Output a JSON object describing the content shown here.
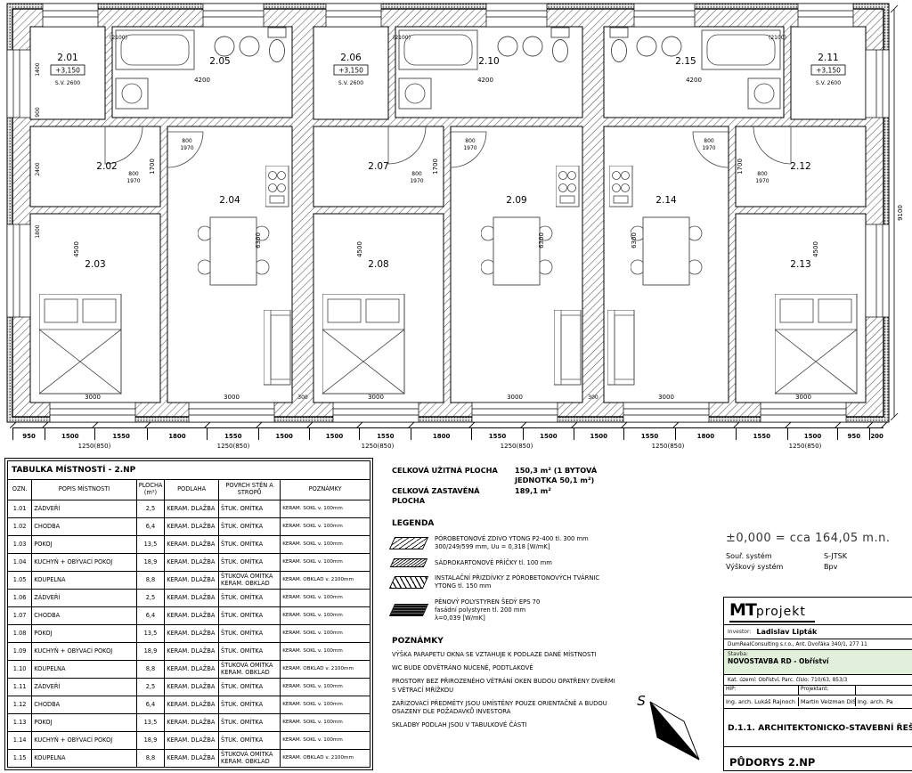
{
  "plan": {
    "rooms": [
      "2.01",
      "2.02",
      "2.03",
      "2.04",
      "2.05",
      "2.06",
      "2.07",
      "2.08",
      "2.09",
      "2.10",
      "2.11",
      "2.12",
      "2.13",
      "2.14",
      "2.15"
    ],
    "ann": {
      "level": "+3,150",
      "clear_height": "S.V. 2600",
      "d4200": "4200",
      "d1700": "1700",
      "d800": "800",
      "d1970": "1970",
      "d6300": "6300",
      "d4500": "4500",
      "d3000": "3000",
      "d300": "300",
      "d9100": "9100",
      "d2100p": "(2100)",
      "d1400": "1400",
      "d900": "900",
      "d2400": "2400",
      "d1800": "1800"
    },
    "dims_bottom": [
      {
        "t": "950",
        "g": 950
      },
      {
        "t": "1500",
        "g": 1500
      },
      {
        "t": "1550",
        "g": 1550
      },
      {
        "t": "1800",
        "g": 1800
      },
      {
        "t": "1550",
        "g": 1550
      },
      {
        "t": "1500",
        "g": 1500
      },
      {
        "t": "1500",
        "g": 1500
      },
      {
        "t": "1550",
        "g": 1550
      },
      {
        "t": "1800",
        "g": 1800
      },
      {
        "t": "1550",
        "g": 1550
      },
      {
        "t": "1500",
        "g": 1500
      },
      {
        "t": "1500",
        "g": 1500
      },
      {
        "t": "1550",
        "g": 1550
      },
      {
        "t": "1800",
        "g": 1800
      },
      {
        "t": "1550",
        "g": 1550
      },
      {
        "t": "1500",
        "g": 1500
      },
      {
        "t": "950",
        "g": 950
      },
      {
        "t": "200",
        "g": 200
      }
    ],
    "dim_sub": "1250(850)"
  },
  "table": {
    "title": "TABULKA MÍSTNOSTÍ - 2.NP",
    "headers": {
      "ozn": "OZN.",
      "popis": "POPIS MÍSTNOSTI",
      "plocha": "PLOCHA (m²)",
      "podlaha": "PODLAHA",
      "povrch": "POVRCH STĚN A STROPŮ",
      "pozn": "POZNÁMKY"
    },
    "rows": [
      {
        "ozn": "1.01",
        "popis": "ZÁDVEŘÍ",
        "plocha": "2,5",
        "podlaha": "KERAM. DLAŽBA",
        "povrch": "ŠTUK. OMÍTKA",
        "pozn": "KERAM. SOKL v. 100mm"
      },
      {
        "ozn": "1.02",
        "popis": "CHODBA",
        "plocha": "6,4",
        "podlaha": "KERAM. DLAŽBA",
        "povrch": "ŠTUK. OMÍTKA",
        "pozn": "KERAM. SOKL v. 100mm"
      },
      {
        "ozn": "1.03",
        "popis": "POKOJ",
        "plocha": "13,5",
        "podlaha": "KERAM. DLAŽBA",
        "povrch": "ŠTUK. OMÍTKA",
        "pozn": "KERAM. SOKL v. 100mm"
      },
      {
        "ozn": "1.04",
        "popis": "KUCHYŇ + OBÝVACÍ POKOJ",
        "plocha": "18,9",
        "podlaha": "KERAM. DLAŽBA",
        "povrch": "ŠTUK. OMÍTKA",
        "pozn": "KERAM. SOKL v. 100mm"
      },
      {
        "ozn": "1.05",
        "popis": "KOUPELNA",
        "plocha": "8,8",
        "podlaha": "KERAM. DLAŽBA",
        "povrch": "ŠTUKOVÁ OMÍTKA KERAM. OBKLAD",
        "pozn": "KERAM. OBKLAD v. 2100mm"
      },
      {
        "ozn": "1.06",
        "popis": "ZÁDVEŘÍ",
        "plocha": "2,5",
        "podlaha": "KERAM. DLAŽBA",
        "povrch": "ŠTUK. OMÍTKA",
        "pozn": "KERAM. SOKL v. 100mm"
      },
      {
        "ozn": "1.07",
        "popis": "CHODBA",
        "plocha": "6,4",
        "podlaha": "KERAM. DLAŽBA",
        "povrch": "ŠTUK. OMÍTKA",
        "pozn": "KERAM. SOKL v. 100mm"
      },
      {
        "ozn": "1.08",
        "popis": "POKOJ",
        "plocha": "13,5",
        "podlaha": "KERAM. DLAŽBA",
        "povrch": "ŠTUK. OMÍTKA",
        "pozn": "KERAM. SOKL v. 100mm"
      },
      {
        "ozn": "1.09",
        "popis": "KUCHYŇ + OBÝVACÍ POKOJ",
        "plocha": "18,9",
        "podlaha": "KERAM. DLAŽBA",
        "povrch": "ŠTUK. OMÍTKA",
        "pozn": "KERAM. SOKL v. 100mm"
      },
      {
        "ozn": "1.10",
        "popis": "KOUPELNA",
        "plocha": "8,8",
        "podlaha": "KERAM. DLAŽBA",
        "povrch": "ŠTUKOVÁ OMÍTKA KERAM. OBKLAD",
        "pozn": "KERAM. OBKLAD v. 2100mm"
      },
      {
        "ozn": "1.11",
        "popis": "ZÁDVEŘÍ",
        "plocha": "2,5",
        "podlaha": "KERAM. DLAŽBA",
        "povrch": "ŠTUK. OMÍTKA",
        "pozn": "KERAM. SOKL v. 100mm"
      },
      {
        "ozn": "1.12",
        "popis": "CHODBA",
        "plocha": "6,4",
        "podlaha": "KERAM. DLAŽBA",
        "povrch": "ŠTUK. OMÍTKA",
        "pozn": "KERAM. SOKL v. 100mm"
      },
      {
        "ozn": "1.13",
        "popis": "POKOJ",
        "plocha": "13,5",
        "podlaha": "KERAM. DLAŽBA",
        "povrch": "ŠTUK. OMÍTKA",
        "pozn": "KERAM. SOKL v. 100mm"
      },
      {
        "ozn": "1.14",
        "popis": "KUCHYŇ + OBÝVACÍ POKOJ",
        "plocha": "18,9",
        "podlaha": "KERAM. DLAŽBA",
        "povrch": "ŠTUK. OMÍTKA",
        "pozn": "KERAM. SOKL v. 100mm"
      },
      {
        "ozn": "1.15",
        "popis": "KOUPELNA",
        "plocha": "8,8",
        "podlaha": "KERAM. DLAŽBA",
        "povrch": "ŠTUKOVÁ OMÍTKA KERAM. OBKLAD",
        "pozn": "KERAM. OBKLAD v. 2100mm"
      }
    ]
  },
  "summary": {
    "l1": "CELKOVÁ UŽITNÁ PLOCHA",
    "v1": "150,3 m² (1 BYTOVÁ JEDNOTKA 50,1 m²)",
    "l2": "CELKOVÁ ZASTAVĚNÁ PLOCHA",
    "v2": "189,1 m²"
  },
  "legend": {
    "title": "LEGENDA",
    "items": [
      {
        "text": "PÓROBETONOVÉ ZDIVO YTONG P2-400 tl. 300 mm\n300/249/599 mm, Uu = 0,318 [W/mK]"
      },
      {
        "text": "SÁDROKARTONOVÉ PŘÍČKY tl. 100 mm"
      },
      {
        "text": "INSTALAČNÍ PŘIZDÍVKY Z PÓROBETONOVÝCH TVÁRNIC\nYTONG tl. 150 mm"
      },
      {
        "text": "PĚNOVÝ POLYSTYREN ŠEDÝ EPS 70\nfasádní polystyren tl. 200 mm\nλ=0,039 [W/mK]"
      }
    ]
  },
  "notes": {
    "title": "POZNÁMKY",
    "items": [
      "VÝŠKA PARAPETU OKNA SE VZTAHUJE K PODLAZE DANÉ MÍSTNOSTI",
      "WC BUDE ODVĚTRÁNO NUCENĚ, PODTLAKOVÉ",
      "PROSTORY BEZ PŘIROZENÉHO VĚTRÁNÍ OKEN BUDOU OPATŘENY DVEŘMI S VĚTRACÍ MŘÍŽKOU",
      "ZAŘIZOVACÍ PŘEDMĚTY JSOU UMÍSTĚNY POUZE ORIENTAČNĚ A BUDOU OSAZENY DLE POŽADAVKŮ INVESTORA",
      "SKLADBY PODLAH JSOU V TABULKOVÉ ČÁSTI"
    ]
  },
  "geo": {
    "level0": "±0,000  =  cca 164,05 m.n.",
    "coord_label": "Souř. systém",
    "coord": "S-JTSK",
    "height_label": "Výškový systém",
    "height": "Bpv"
  },
  "north": {
    "label": "S"
  },
  "titleblock": {
    "logo_mt": "MT",
    "logo_rest": "projekt",
    "investor_label": "Investor:",
    "investor": "Ladislav Lipták",
    "investor_sub": "DumRealConsulting s.r.o., Ant. Dvořáka 340/1, 277 11",
    "stavba_label": "Stavba:",
    "stavba": "NOVOSTAVBA RD - Obříství",
    "kat": "Kat. území: Obříství, Parc. číslo: 710/63, 853/3",
    "hip_label": "HIP:",
    "projektant_label": "Projektant:",
    "vypracoval_label": "",
    "hip_name": "Ing. arch. Lukáš Rajnoch",
    "projektant_name": "Martin Velzman DiS",
    "third_name": "Ing. arch. Pa",
    "doc": "D.1.1. ARCHITEKTONICKO-STAVEBNÍ ŘEŠ",
    "drawing": "PŮDORYS 2.NP"
  }
}
